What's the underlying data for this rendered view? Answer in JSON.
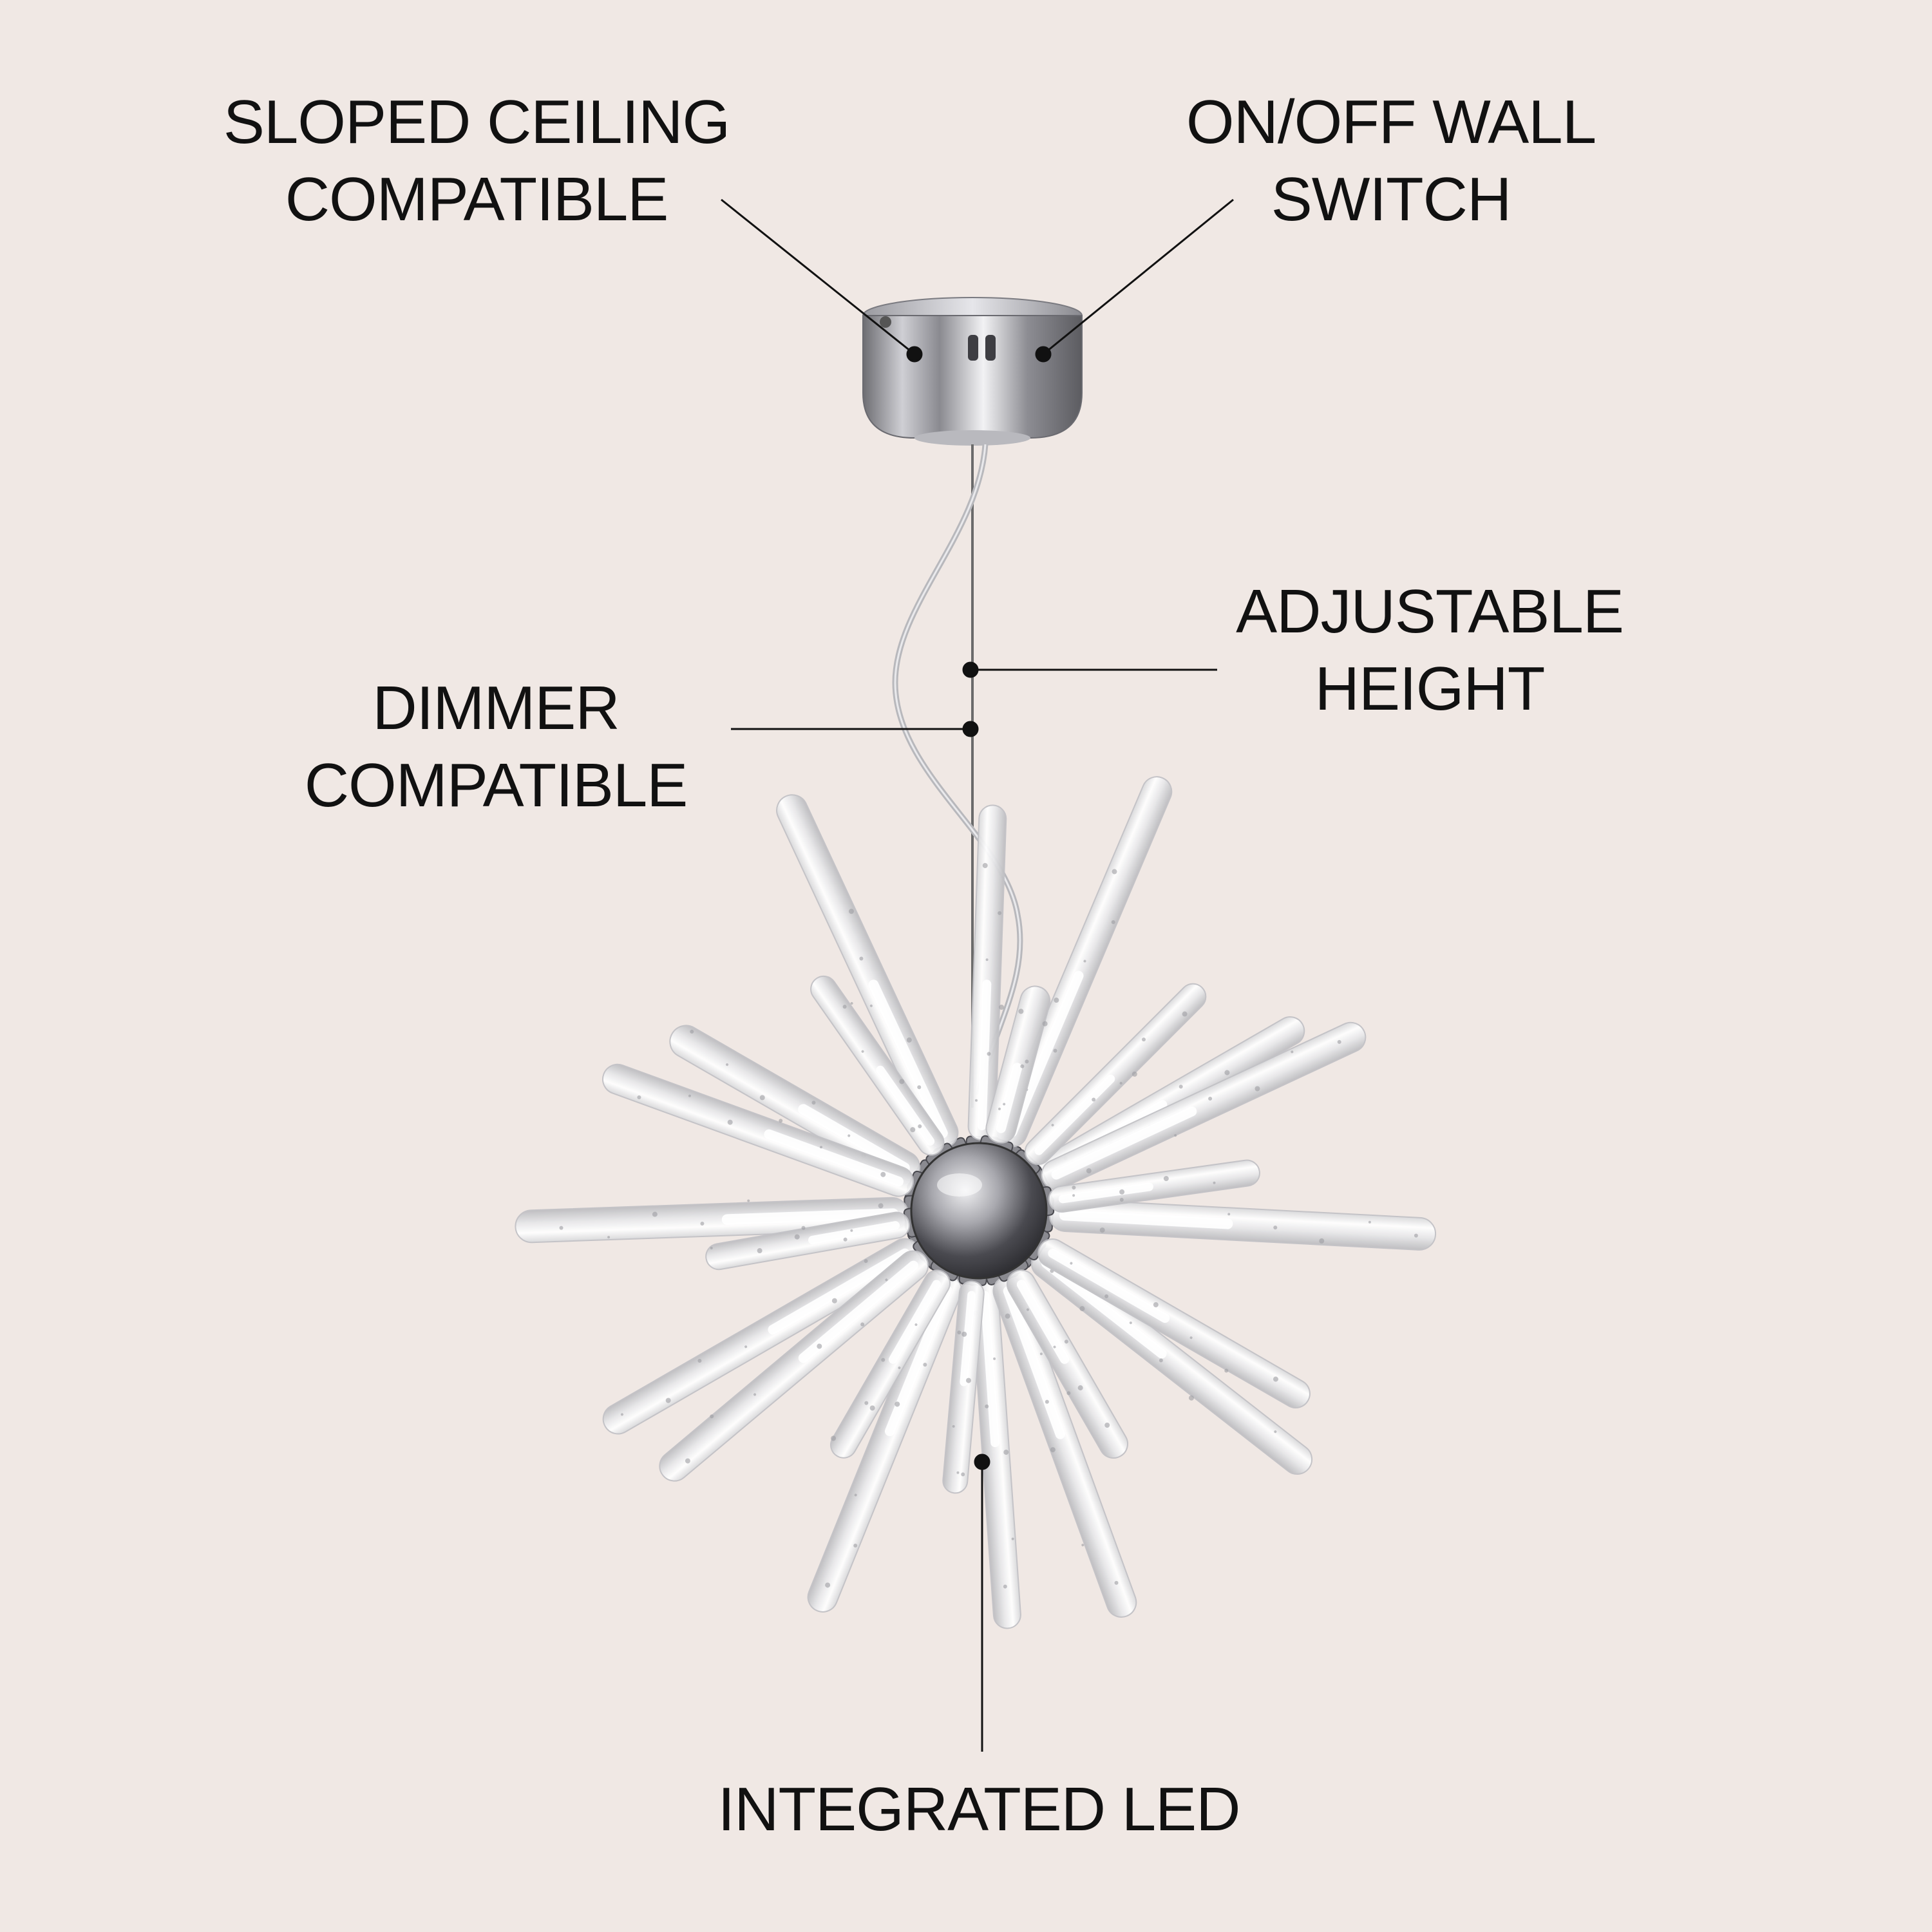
{
  "background_color": "#f0e8e4",
  "text_color": "#111111",
  "callouts": {
    "sloped_ceiling": {
      "line1": "SLOPED CEILING",
      "line2": "COMPATIBLE"
    },
    "wall_switch": {
      "line1": "ON/OFF WALL",
      "line2": "SWITCH"
    },
    "adjustable_height": {
      "line1": "ADJUSTABLE",
      "line2": "HEIGHT"
    },
    "dimmer": {
      "line1": "DIMMER",
      "line2": "COMPATIBLE"
    },
    "integrated_led": {
      "line1": "INTEGRATED LED"
    }
  },
  "illustration": {
    "subject": "sputnik-led-pendant-light",
    "canopy_finish": "chrome",
    "rod_count": 24
  }
}
